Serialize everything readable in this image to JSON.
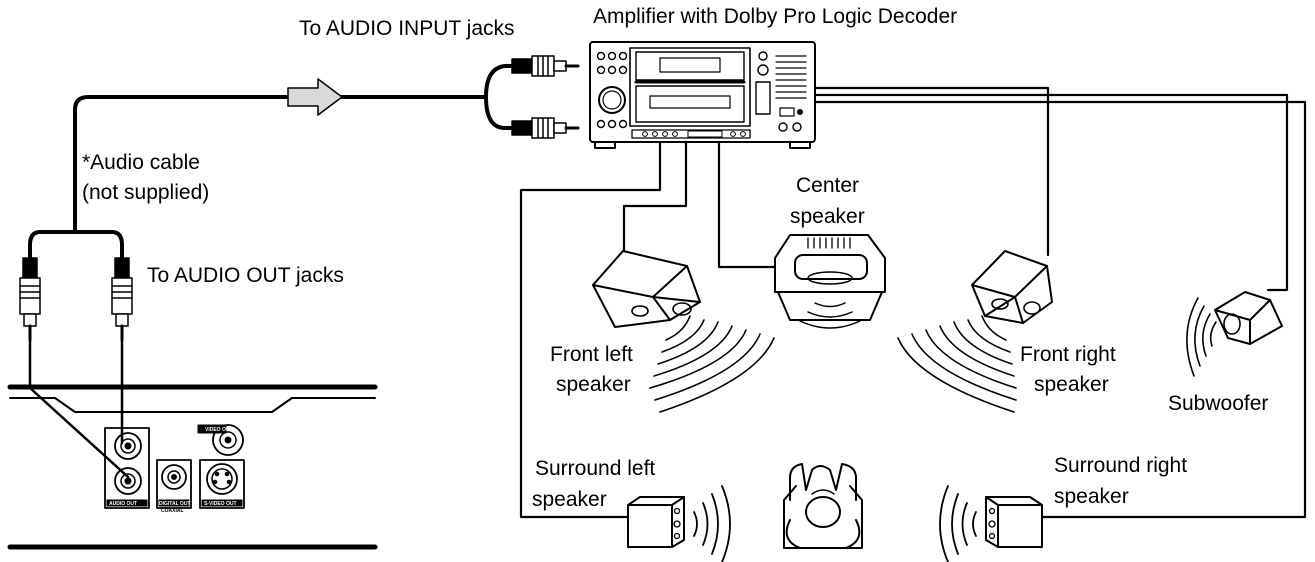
{
  "labels": {
    "to_audio_input": "To AUDIO INPUT jacks",
    "amplifier": "Amplifier with Dolby Pro Logic Decoder",
    "audio_cable_line1": "*Audio cable",
    "audio_cable_line2": "(not supplied)",
    "to_audio_out": "To AUDIO OUT jacks",
    "center_line1": "Center",
    "center_line2": "speaker",
    "front_left_line1": "Front left",
    "front_left_line2": "speaker",
    "front_right_line1": "Front right",
    "front_right_line2": "speaker",
    "subwoofer": "Subwoofer",
    "surround_left_line1": "Surround left",
    "surround_left_line2": "speaker",
    "surround_right_line1": "Surround right",
    "surround_right_line2": "speaker"
  },
  "panel": {
    "video_out": "VIDEO OUT",
    "audio_out": "AUDIO OUT",
    "coaxial": "COAXIAL",
    "digital_out": "DIGITAL OUT",
    "s_video_out": "S-VIDEO OUT"
  },
  "colors": {
    "ink": "#000000",
    "arrow_fill": "#d9d9d9",
    "paper": "#ffffff"
  }
}
